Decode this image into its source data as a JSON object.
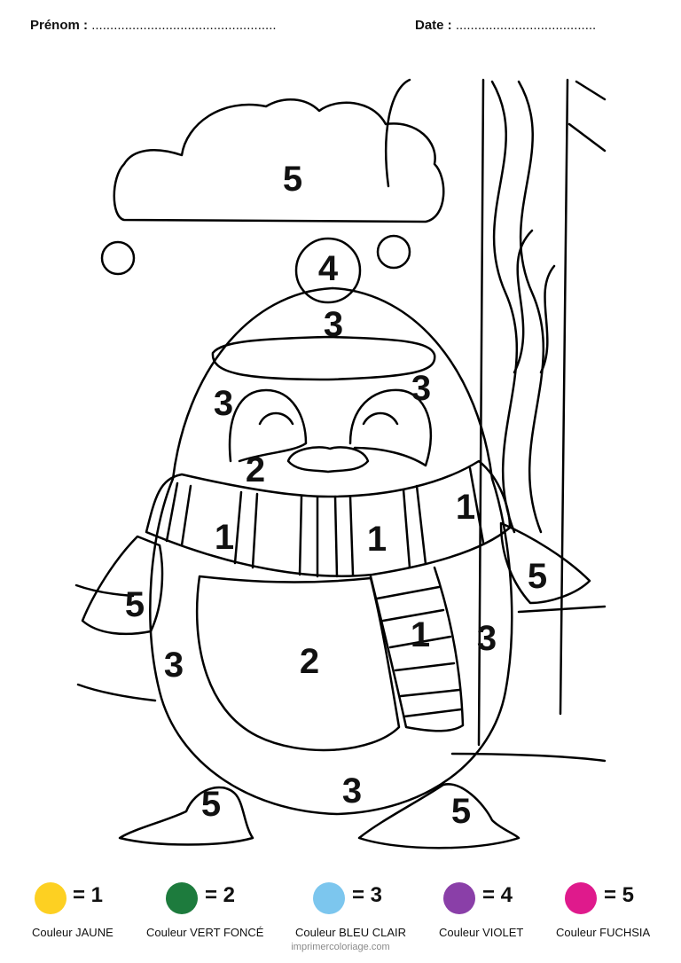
{
  "header": {
    "name_label": "Prénom :",
    "name_dots": "..................................................",
    "date_label": "Date :",
    "date_dots": "......................................"
  },
  "region_numbers": [
    "5",
    "4",
    "3",
    "3",
    "3",
    "2",
    "1",
    "1",
    "1",
    "5",
    "5",
    "3",
    "2",
    "1",
    "3",
    "3",
    "5",
    "5"
  ],
  "legend": [
    {
      "number": "= 1",
      "color": "#fdd022",
      "label": "Couleur JAUNE"
    },
    {
      "number": "= 2",
      "color": "#1d7b3d",
      "label": "Couleur VERT FONCÉ"
    },
    {
      "number": "= 3",
      "color": "#7cc6ee",
      "label": "Couleur BLEU CLAIR"
    },
    {
      "number": "= 4",
      "color": "#8a3fa8",
      "label": "Couleur VIOLET"
    },
    {
      "number": "= 5",
      "color": "#df1a8c",
      "label": "Couleur FUCHSIA"
    }
  ],
  "footer": "imprimercoloriage.com"
}
